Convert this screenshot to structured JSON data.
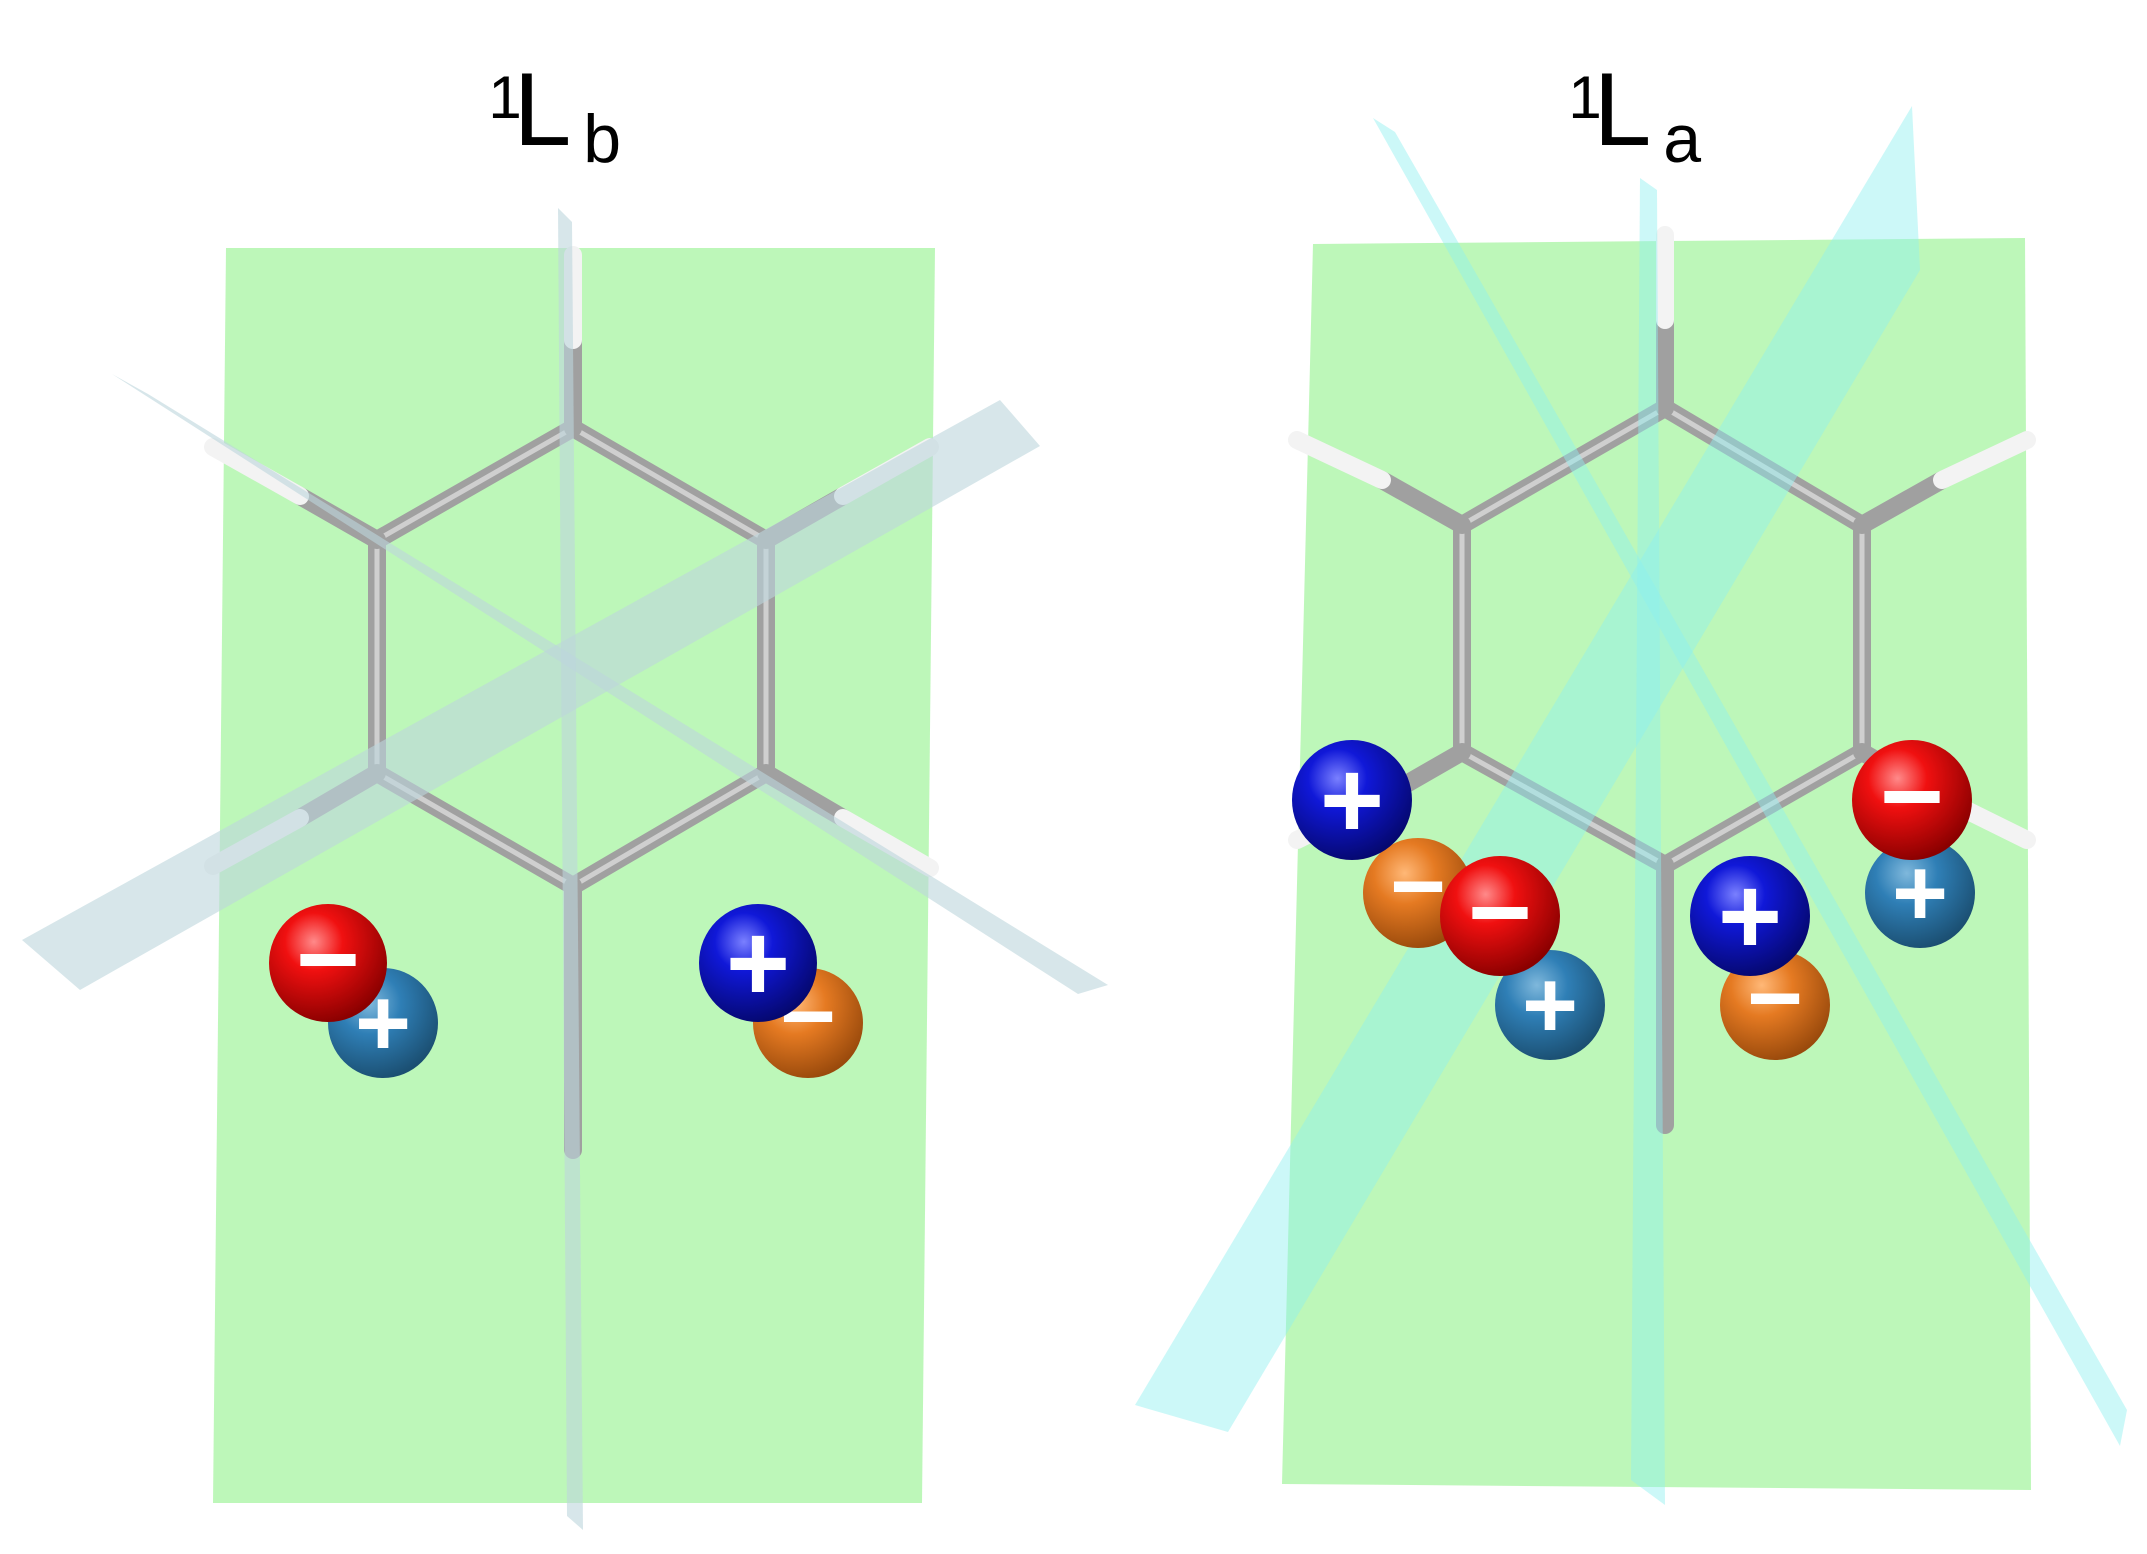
{
  "panels": [
    {
      "id": "lb",
      "title": {
        "superscript": "1",
        "main": "L",
        "subscript": "b"
      },
      "symmetry_planes": 3,
      "charge_pairs": [
        {
          "large_sign": "−",
          "large_color": "#e50000",
          "small_sign": "+",
          "small_color": "#2b7db5"
        },
        {
          "large_sign": "+",
          "large_color": "#0a10c8",
          "small_sign": "−",
          "small_color": "#e0761f"
        }
      ]
    },
    {
      "id": "la",
      "title": {
        "superscript": "1",
        "main": "L",
        "subscript": "a"
      },
      "symmetry_planes": 3,
      "charge_pairs": [
        {
          "large_sign": "+",
          "large_color": "#0a10c8",
          "small_sign": "−",
          "small_color": "#e0761f"
        },
        {
          "large_sign": "−",
          "large_color": "#e50000",
          "small_sign": "+",
          "small_color": "#2b7db5"
        },
        {
          "large_sign": "+",
          "large_color": "#0a10c8",
          "small_sign": "−",
          "small_color": "#e0761f"
        },
        {
          "large_sign": "−",
          "large_color": "#e50000",
          "small_sign": "+",
          "small_color": "#2b7db5"
        }
      ]
    }
  ],
  "colors": {
    "mirror_plane": "#b9f7b5",
    "lb_cross_planes": "#bcd6dc",
    "la_cross_planes": "#8ff0f0",
    "carbon_bond": "#a3a3a3",
    "hydrogen": "#f4f4f4",
    "positive": "#0a10c8",
    "negative": "#e50000",
    "positive_small": "#2b7db5",
    "negative_small": "#e0761f"
  }
}
